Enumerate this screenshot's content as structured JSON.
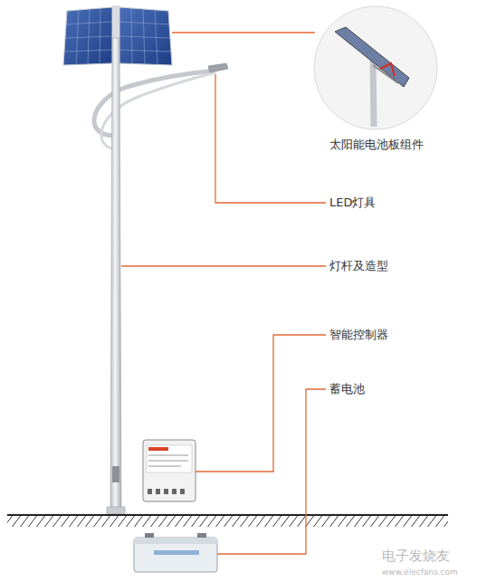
{
  "diagram": {
    "labels": [
      "太阳能电池板组件",
      "LED灯具",
      "灯杆及造型",
      "智能控制器",
      "蓄电池",
      "电子发烧友",
      "www.elecfans.com"
    ]
  }
}
